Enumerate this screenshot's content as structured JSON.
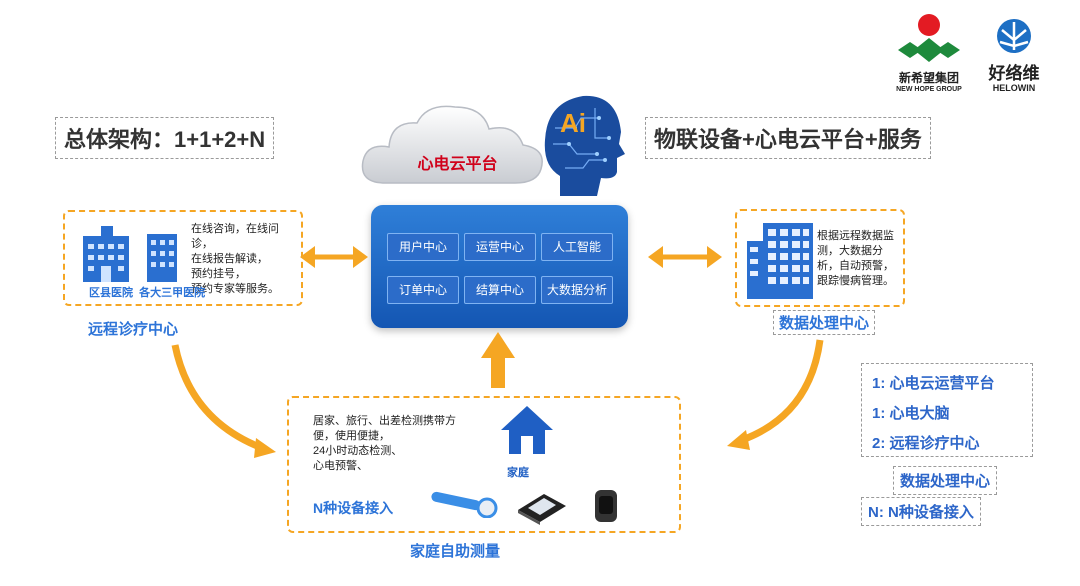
{
  "logos": {
    "newhope_cn": "新希望集团",
    "newhope_en": "NEW HOPE GROUP",
    "helowin_cn": "好络维",
    "helowin_en": "HELOWIN"
  },
  "titles": {
    "left": "总体架构：1+1+2+N",
    "right": "物联设备+心电云平台+服务",
    "ai": "Ai",
    "cloud": "心电云平台"
  },
  "platform": {
    "buttons": [
      "用户中心",
      "运营中心",
      "人工智能",
      "订单中心",
      "结算中心",
      "大数据分析"
    ]
  },
  "remote_center": {
    "description": [
      "在线咨询，在线问诊，",
      "在线报告解读，",
      "预约挂号，",
      "预约专家等服务。"
    ],
    "hospital_labels": "区县医院  各大三甲医院",
    "label": "远程诊疗中心"
  },
  "data_center": {
    "description": [
      "根据远程数据监",
      "测，大数据分",
      "析，自动预警，",
      "跟踪慢病管理。"
    ],
    "label": "数据处理中心"
  },
  "home": {
    "description": [
      "居家、旅行、出差检测携带方",
      "便，使用便捷，",
      "24小时动态检测、",
      "心电预警、"
    ],
    "house_label": "家庭",
    "devices_label": "N种设备接入",
    "label": "家庭自助测量"
  },
  "legend": [
    "1:  心电云运营平台",
    "1:  心电大脑",
    "2:  远程诊疗中心",
    "数据处理中心",
    "N:  N种设备接入"
  ],
  "colors": {
    "orange": "#f5a623",
    "blue": "#1f5fc4",
    "red": "#d0021b"
  }
}
